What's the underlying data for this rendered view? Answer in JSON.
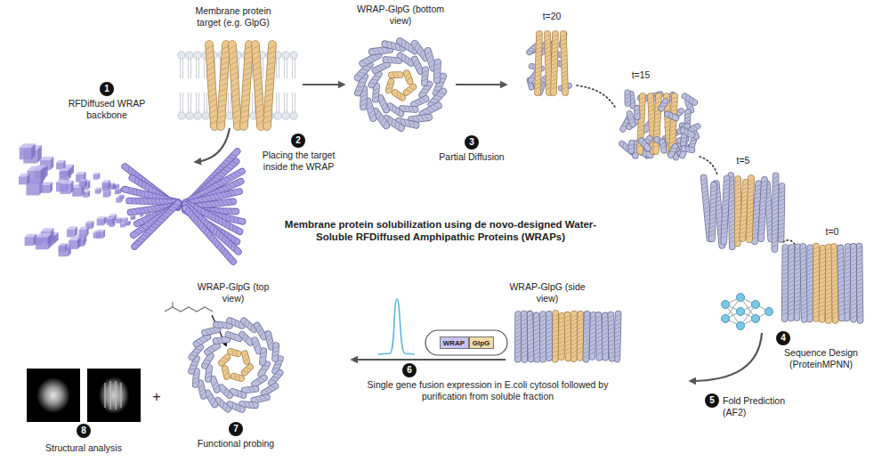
{
  "diagram": {
    "title": "Membrane protein solubilization using de novo-designed Water-Soluble RFDiffused Amphipathic Proteins (WRAPs)",
    "nodes": [
      {
        "text": [
          "1"
        ]
      },
      {
        "text": [
          "2"
        ]
      },
      {
        "text": [
          "3"
        ]
      },
      {
        "text": [
          "4"
        ]
      },
      {
        "text": [
          "5"
        ]
      },
      {
        "text": [
          "6"
        ]
      },
      {
        "text": [
          "7"
        ]
      },
      {
        "text": [
          "8"
        ]
      },
      {
        "text": [
          "WRAP"
        ]
      },
      {
        "text": [
          "GlpG"
        ]
      }
    ],
    "labels": [
      "Membrane protein target (e.g. GlpG)",
      "WRAP-GlpG (bottom view)",
      "t=20",
      "RFDiffused WRAP backbone",
      "Placing the target inside the WRAP",
      "Partial Diffusion",
      "t=15",
      "t=5",
      "t=0",
      "WRAP-GlpG (top view)",
      "WRAP-GlpG (side view)",
      "Sequence Design (ProteinMPNN)",
      "Fold Prediction (AF2)",
      "Single gene fusion expression in E.coli cytosol followed by purification from soluble fraction",
      "+",
      "Structural analysis",
      "Functional probing"
    ]
  }
}
